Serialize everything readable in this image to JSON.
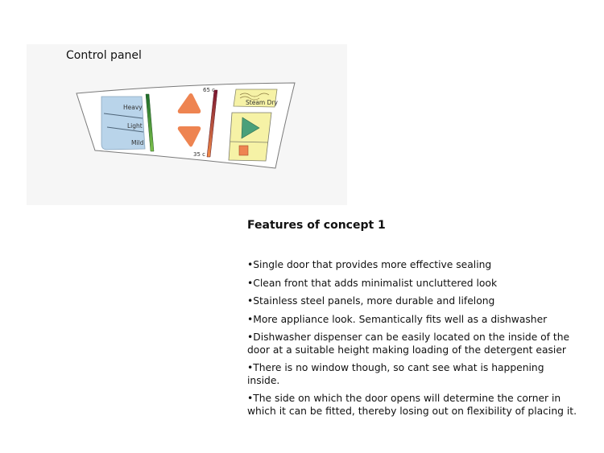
{
  "panel": {
    "title": "Control panel",
    "wash_levels": [
      "Heavy",
      "Light",
      "Mild"
    ],
    "temp_high": "65 c",
    "temp_low": "35 c",
    "steam_dry_label": "Steam Dry",
    "icons": [
      "up-arrow-icon",
      "down-arrow-icon",
      "play-icon",
      "stop-icon"
    ],
    "colors": {
      "wash_selector": "#b9d4ea",
      "level_bar": "#49a33a",
      "arrows": "#ee8451",
      "temp_bar": "#e0664c",
      "steam_dry": "#f6f2a6",
      "start_box": "#f6f2a6",
      "play": "#4aa07a",
      "stop": "#ee8451"
    }
  },
  "features": {
    "title": "Features of concept 1",
    "items": [
      "•Single door that provides more effective sealing",
      "•Clean front that adds minimalist uncluttered look",
      "•Stainless steel panels, more durable and lifelong",
      "•More appliance look. Semantically fits well as a dishwasher",
      "•Dishwasher dispenser can be easily located on the inside of the door at a suitable height making loading of the detergent easier",
      "•There is no window though, so cant see what is happening inside.",
      "•The side on which the door opens will determine the corner in which it can be fitted, thereby losing out on flexibility of placing it."
    ]
  }
}
